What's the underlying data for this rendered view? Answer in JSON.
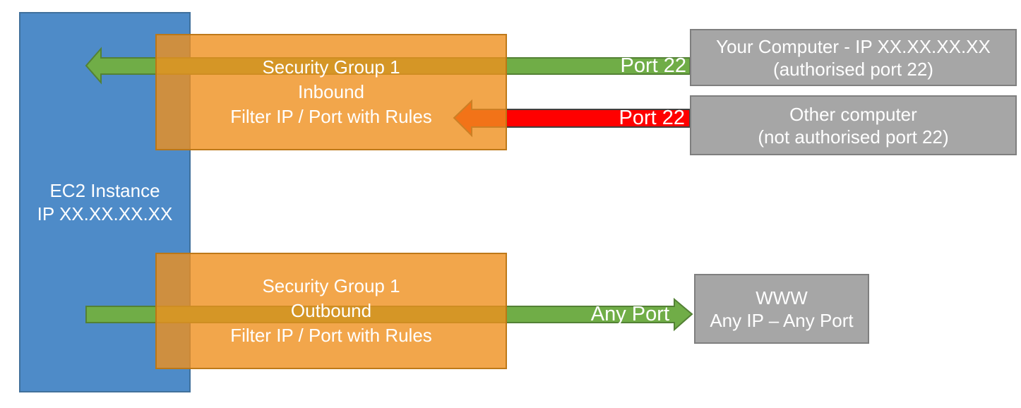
{
  "diagram": {
    "ec2_instance": {
      "line1": "EC2 Instance",
      "line2": "IP XX.XX.XX.XX"
    },
    "security_group_inbound": {
      "line1": "Security Group 1",
      "line2": "Inbound",
      "line3": "Filter IP / Port with Rules"
    },
    "security_group_outbound": {
      "line1": "Security Group 1",
      "line2": "Outbound",
      "line3": "Filter IP / Port with Rules"
    },
    "your_computer": {
      "line1": "Your Computer - IP XX.XX.XX.XX",
      "line2": "(authorised port 22)"
    },
    "other_computer": {
      "line1": "Other computer",
      "line2": "(not authorised port 22)"
    },
    "www": {
      "line1": "WWW",
      "line2": "Any IP – Any Port"
    },
    "flow_labels": {
      "inbound_allowed": "Port 22",
      "inbound_blocked": "Port 22",
      "outbound": "Any Port"
    },
    "colors": {
      "ec2_blue": "#4E8BC8",
      "ec2_blue_border": "#41719C",
      "security_group_orange": "#EF901E",
      "arrow_green": "#70AD47",
      "arrow_green_border": "#538135",
      "arrow_red": "#FF0000",
      "arrow_red_border": "#404040",
      "endpoint_gray": "#A6A6A6",
      "endpoint_gray_border": "#7F7F7F",
      "text_white": "#FFFFFF"
    }
  }
}
